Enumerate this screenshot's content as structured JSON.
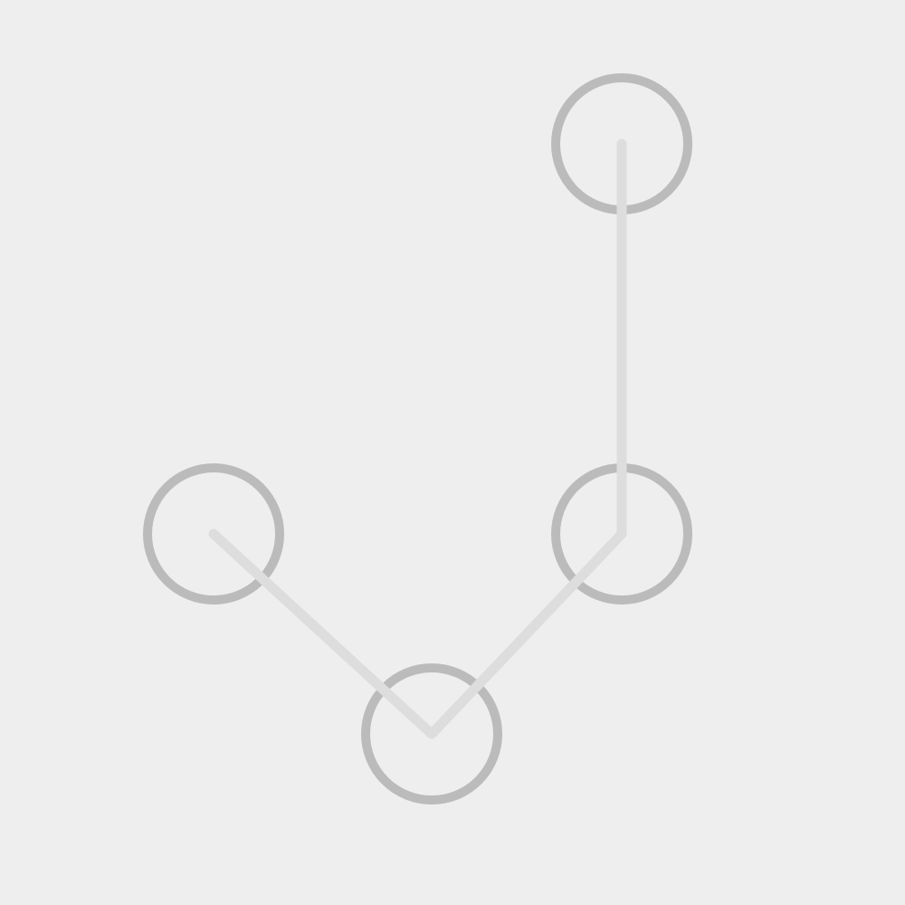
{
  "colors": {
    "background": "#eeeeee",
    "node_ring": "#bbbbbb",
    "path_line": "#dddddd"
  },
  "pattern": {
    "path_order": [
      0,
      1,
      2,
      3
    ],
    "nodes": [
      {
        "id": "node-1",
        "name": "pattern-node-left"
      },
      {
        "id": "node-2",
        "name": "pattern-node-bottom"
      },
      {
        "id": "node-3",
        "name": "pattern-node-right"
      },
      {
        "id": "node-4",
        "name": "pattern-node-top-right"
      }
    ]
  }
}
